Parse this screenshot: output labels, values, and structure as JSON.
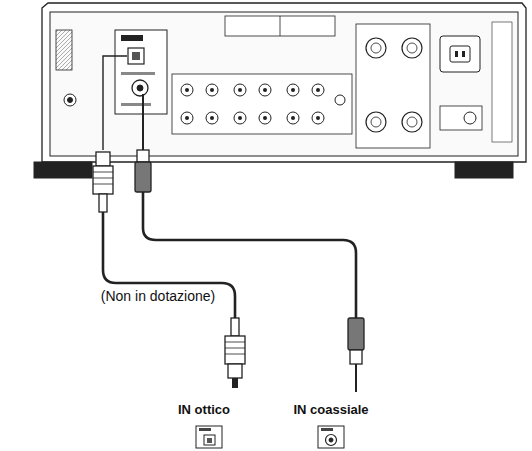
{
  "diagram": {
    "labels": [
      "(Non in dotazione)",
      "IN ottico",
      "IN coassiale"
    ]
  }
}
